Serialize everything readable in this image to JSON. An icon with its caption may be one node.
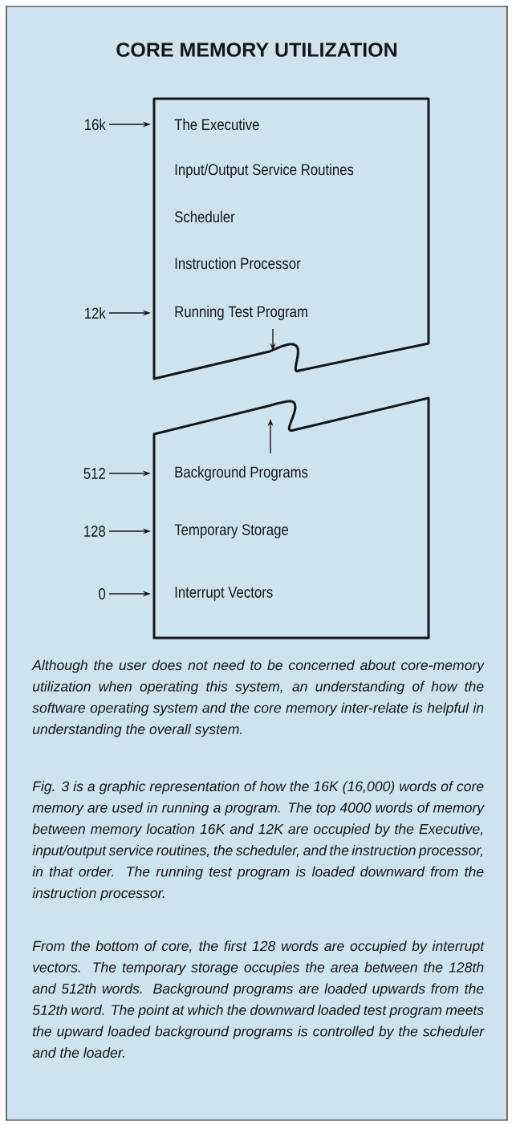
{
  "diagram": {
    "title": "CORE MEMORY UTILIZATION",
    "nodes": [
      {
        "text": [
          "The Executive",
          "Input/Output Service Routines",
          "Scheduler",
          "Instruction Processor",
          "Running Test Program"
        ]
      },
      {
        "text": [
          "Background Programs",
          "Temporary Storage",
          "Interrupt Vectors"
        ]
      },
      {
        "text": [
          "16k"
        ]
      },
      {
        "text": [
          "12k"
        ]
      },
      {
        "text": [
          "512"
        ]
      },
      {
        "text": [
          "128"
        ]
      },
      {
        "text": [
          "0"
        ]
      }
    ],
    "edges": [
      {
        "from": 2,
        "to": 0,
        "arrow": "to"
      },
      {
        "from": 3,
        "to": 0,
        "arrow": "to"
      },
      {
        "from": 4,
        "to": 1,
        "arrow": "to"
      },
      {
        "from": 5,
        "to": 1,
        "arrow": "to"
      },
      {
        "from": 6,
        "to": 1,
        "arrow": "to"
      }
    ],
    "labels": [
      "Although the user does not need to be concerned about core-memory utilization when operating this system, an understanding of how the software operating system and the core memory inter-relate is helpful in understanding the overall system.",
      "Fig. 3 is a graphic representation of how the 16K (16,000) words of core memory are used in running a program. The top 4000 words of memory between memory location 16K and 12K are occupied by the Executive, input/output service routines, the scheduler, and the instruction processor, in that order. The running test program is loaded downward from the instruction processor.",
      "From the bottom of core, the first 128 words are occupied by interrupt vectors. The temporary storage occupies the area between the 128th and 512th words. Background programs are loaded upwards from the 512th word. The point at which the downward loaded test program meets the upward loaded background programs is controlled by the scheduler and the loader."
    ]
  }
}
